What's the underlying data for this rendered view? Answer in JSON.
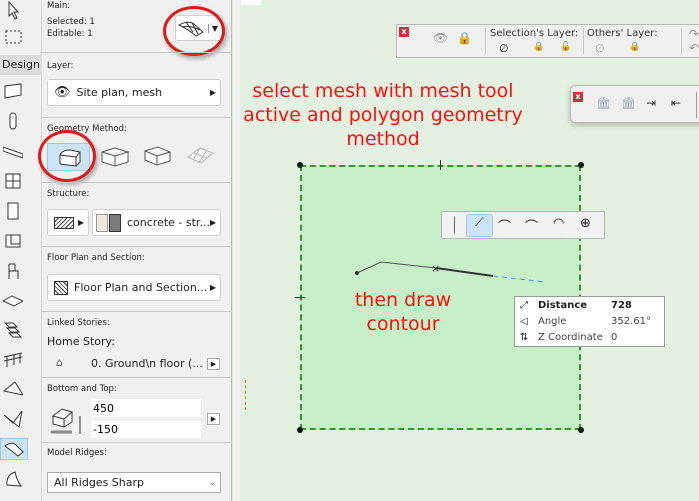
{
  "toolbox": {
    "design_tab": "Design",
    "tools": [
      "arrow",
      "marquee",
      "wall",
      "column",
      "beam",
      "window",
      "door",
      "skylight",
      "object",
      "slab",
      "stair",
      "railing",
      "roof",
      "shell",
      "mesh",
      "morph"
    ]
  },
  "info_box": {
    "main_label": "Main:",
    "selected": "Selected: 1",
    "editable": "Editable: 1",
    "layer_label": "Layer:",
    "layer_value": "Site plan, mesh",
    "geometry_label": "Geometry Method:",
    "geometry_methods": [
      "polygon",
      "rectangle",
      "rotated-rectangle",
      "regular-mesh"
    ],
    "geometry_selected": "polygon",
    "structure_label": "Structure:",
    "structure_value": "concrete - str...",
    "floorplan_label": "Floor Plan and Section:",
    "floorplan_value": "Floor Plan and Section...",
    "linked_label": "Linked Stories:",
    "home_story_label": "Home Story:",
    "home_story_value": "0. Ground\\n floor (...",
    "bottomtop_label": "Bottom and Top:",
    "top_value": "450",
    "bottom_value": "-150",
    "ridges_label": "Model Ridges:",
    "ridges_value": "All Ridges Sharp"
  },
  "layer_toolbar": {
    "close": "x",
    "selection_layer": "Selection's Layer:",
    "others_layer": "Others' Layer:"
  },
  "tracker": {
    "rows": [
      {
        "label": "Distance",
        "value": "728"
      },
      {
        "label": "Angle",
        "value": "352.61°"
      },
      {
        "label": "Z Coordinate",
        "value": "0"
      }
    ]
  },
  "annotations": {
    "top": "select mesh with mesh tool active and polygon geometry method",
    "bottom": "then draw contour"
  },
  "colors": {
    "mesh_fill": "#c8f0c8",
    "mesh_border": "#2a9a2a",
    "annotation": "#ff1010",
    "selected": "#cce4f7"
  }
}
